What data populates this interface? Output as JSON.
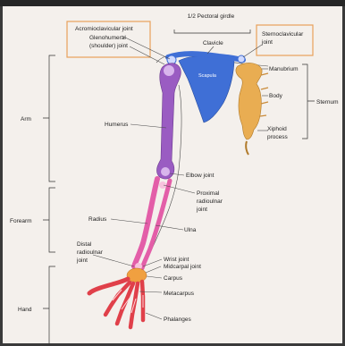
{
  "labels": {
    "pectoral_girdle": "1/2 Pectoral girdle",
    "acromioclavicular": "Acromioclavicular joint",
    "glenohumeral_1": "Glenohumeral",
    "glenohumeral_2": "(shoulder) joint",
    "clavicle": "Clavicle",
    "sternoclavicular_1": "Sternoclavicular",
    "sternoclavicular_2": "joint",
    "manubrium": "Manubrium",
    "body": "Body",
    "sternum": "Sternum",
    "xiphoid_1": "Xiphoid",
    "xiphoid_2": "process",
    "scapula": "Scapula",
    "arm": "Arm",
    "humerus": "Humerus",
    "elbow": "Elbow joint",
    "proximal_1": "Proximal",
    "proximal_2": "radioulnar",
    "proximal_3": "joint",
    "forearm": "Forearm",
    "radius": "Radius",
    "ulna": "Ulna",
    "distal_1": "Distal",
    "distal_2": "radioulnar",
    "distal_3": "joint",
    "wrist": "Wrist joint",
    "midcarpal": "Midcarpal joint",
    "carpus": "Carpus",
    "hand": "Hand",
    "metacarpus": "Metacarpus",
    "phalanges": "Phalanges"
  },
  "colors": {
    "highlight_box": "#e8a05a",
    "clavicle_scapula": "#3f6fd6",
    "sternum": "#e9ad52",
    "humerus": "#9a5cc2",
    "forearm": "#e35ea8",
    "hand": "#e0404a",
    "carpus": "#f0a040"
  }
}
